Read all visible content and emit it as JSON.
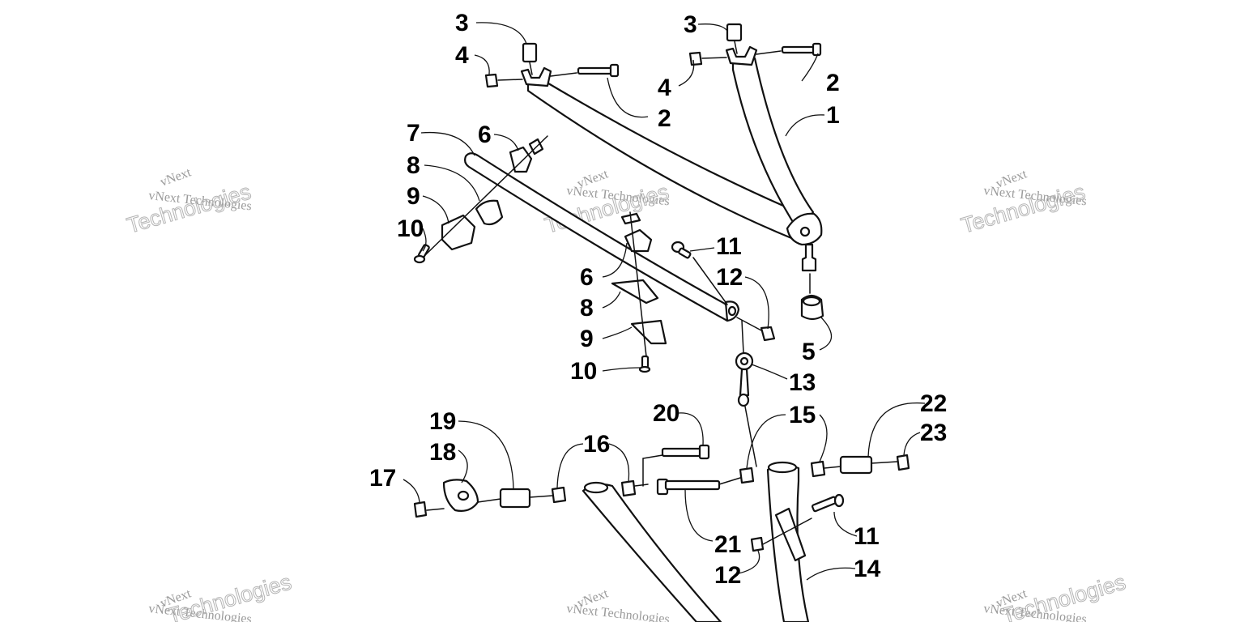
{
  "callouts": {
    "c1": "1",
    "c2a": "2",
    "c2b": "2",
    "c3a": "3",
    "c3b": "3",
    "c4a": "4",
    "c4b": "4",
    "c5": "5",
    "c6a": "6",
    "c6b": "6",
    "c7": "7",
    "c8a": "8",
    "c8b": "8",
    "c9a": "9",
    "c9b": "9",
    "c10a": "10",
    "c10b": "10",
    "c11a": "11",
    "c11b": "11",
    "c12a": "12",
    "c12b": "12",
    "c13": "13",
    "c14": "14",
    "c15": "15",
    "c16": "16",
    "c17": "17",
    "c18": "18",
    "c19": "19",
    "c20": "20",
    "c21": "21",
    "c22": "22",
    "c23": "23"
  },
  "watermark": {
    "word1": "vNext",
    "word2": "Technologies",
    "full": "vNext Technologies"
  }
}
